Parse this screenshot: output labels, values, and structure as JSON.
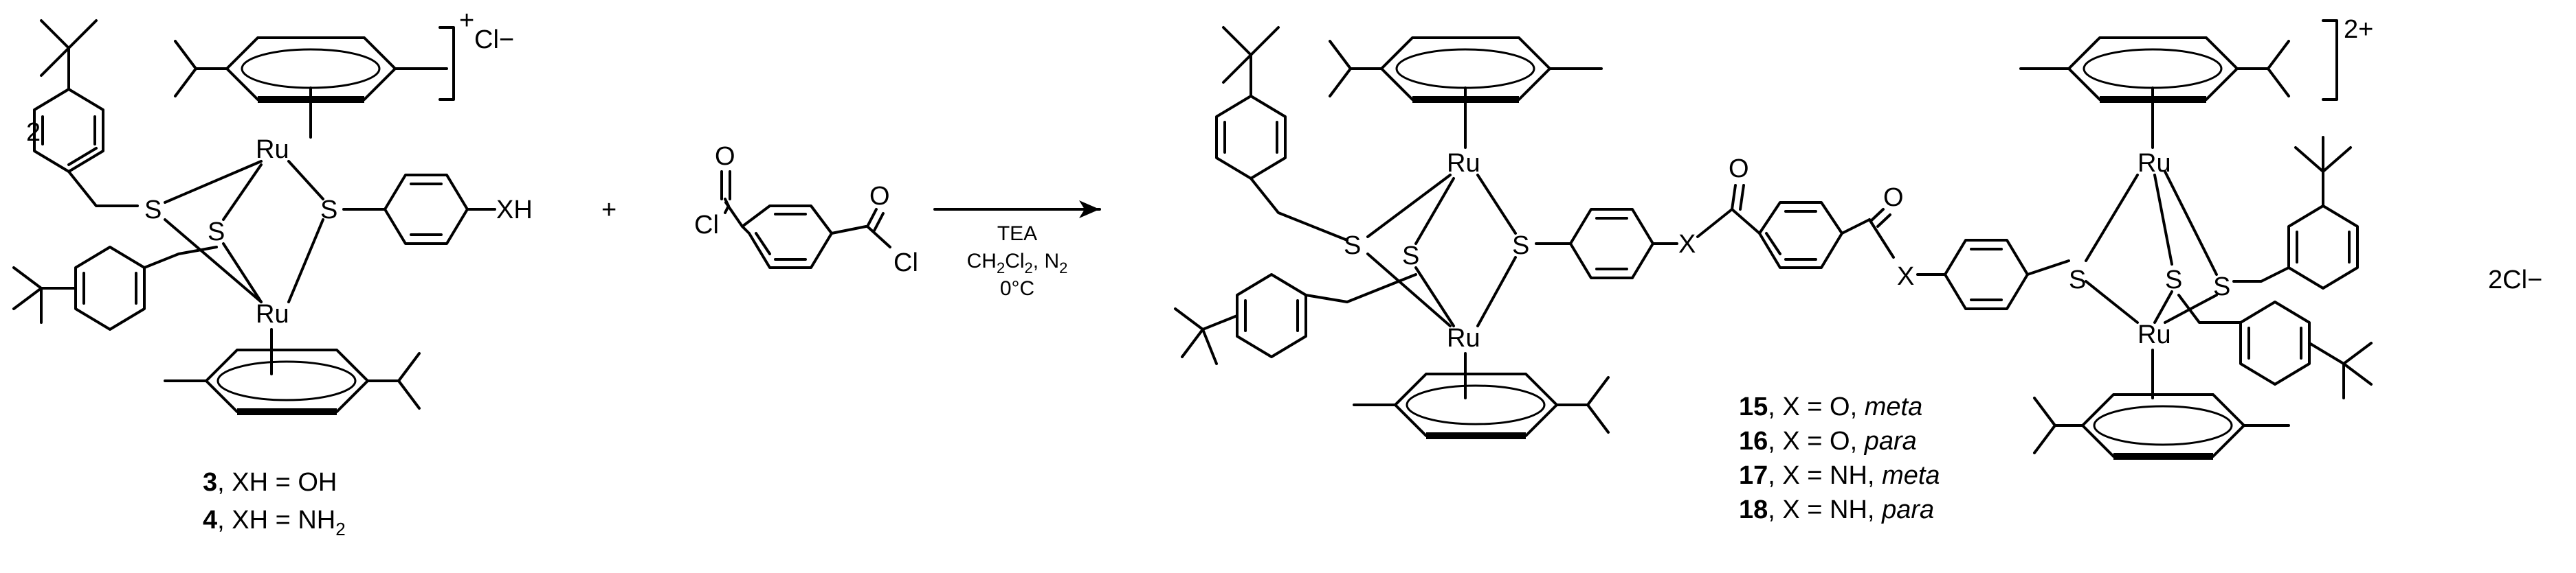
{
  "reactant1": {
    "coefficient": "2",
    "charge": "+",
    "counterion": "Cl−",
    "ru_top": "Ru",
    "ru_bottom": "Ru",
    "s": "S",
    "xh": "XH",
    "compounds": [
      {
        "num": "3",
        "rest": ", XH = OH"
      },
      {
        "num": "4",
        "rest": ", XH = NH",
        "sub": "2"
      }
    ]
  },
  "plus": "+",
  "reagent": {
    "o": "O",
    "cl": "Cl"
  },
  "conditions": {
    "line1": "TEA",
    "line2_a": "CH",
    "line2_sub1": "2",
    "line2_b": "Cl",
    "line2_sub2": "2",
    "line2_c": ", N",
    "line2_sub3": "2",
    "line3": "0°C"
  },
  "product": {
    "ru": "Ru",
    "s": "S",
    "x": "X",
    "o": "O",
    "charge": "2+",
    "counterion": "2Cl−",
    "compounds": [
      {
        "num": "15",
        "a": ", X = O, ",
        "pos": "meta"
      },
      {
        "num": "16",
        "a": ", X = O, ",
        "pos": "para"
      },
      {
        "num": "17",
        "a": ", X = NH, ",
        "pos": "meta"
      },
      {
        "num": "18",
        "a": ", X = NH, ",
        "pos": "para"
      }
    ]
  }
}
